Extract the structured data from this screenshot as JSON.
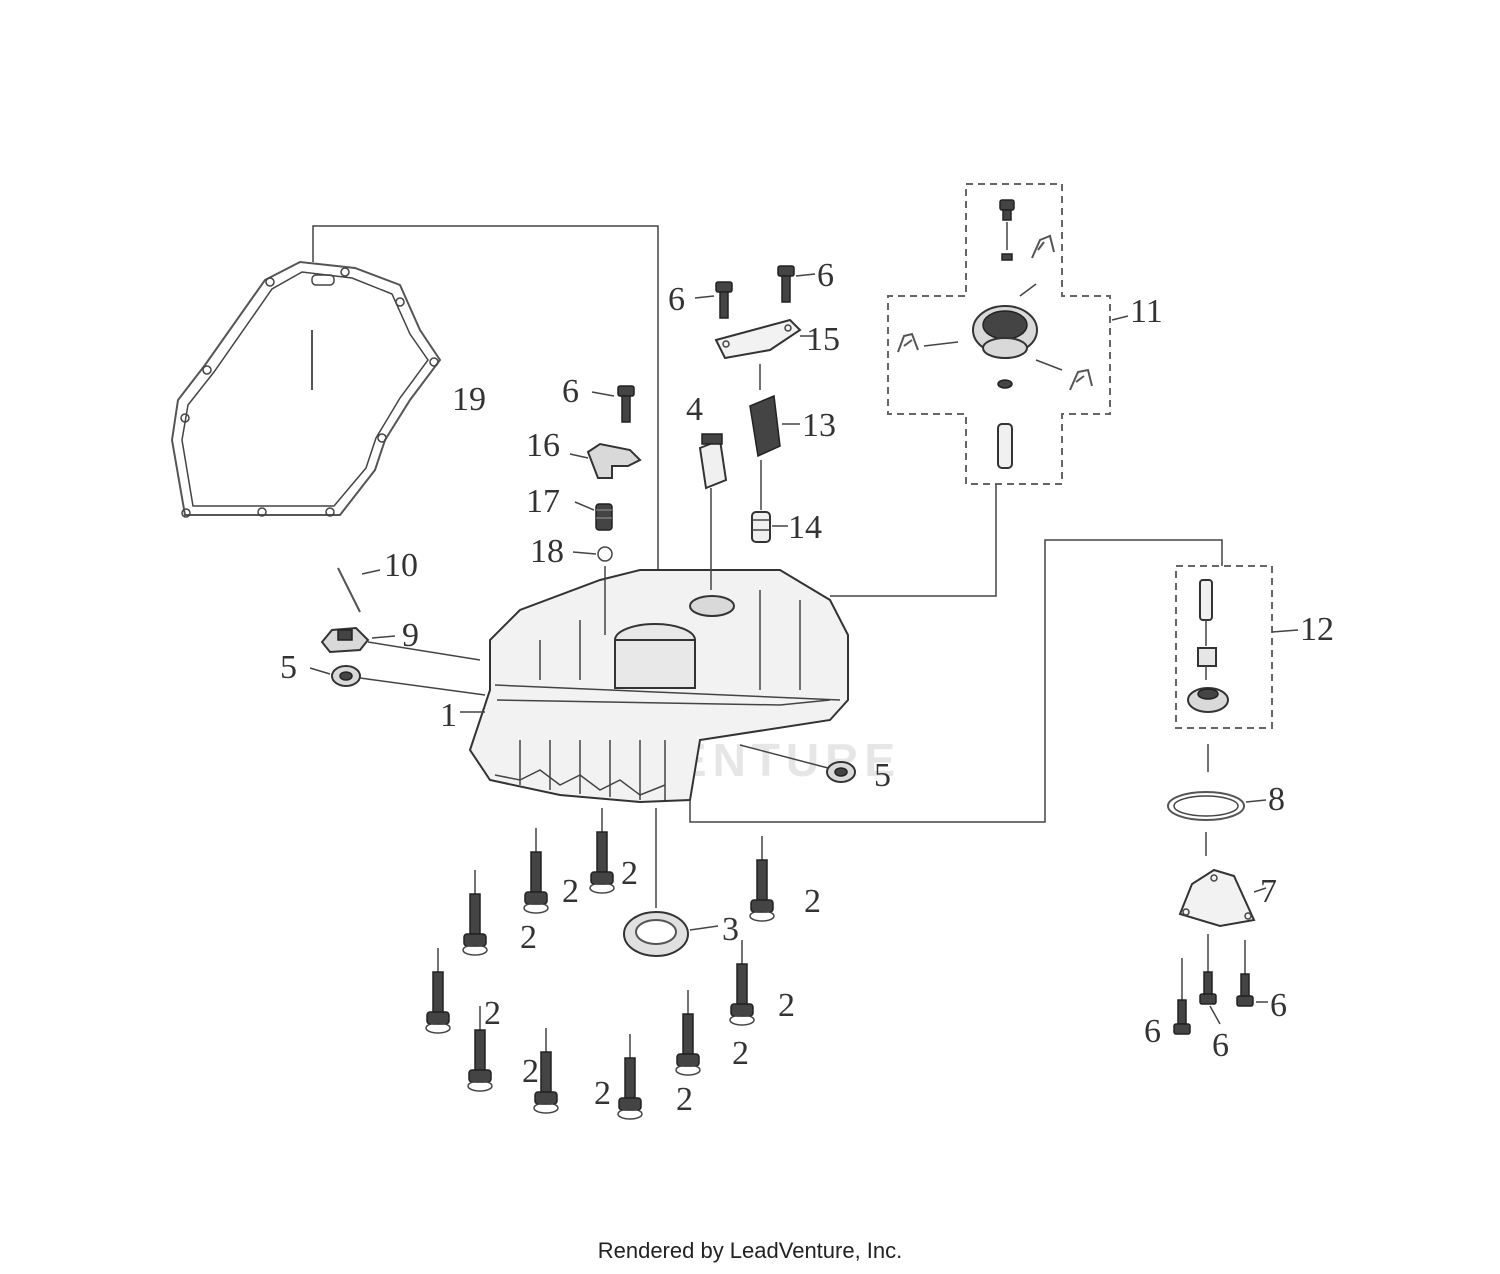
{
  "footer": "Rendered by LeadVenture, Inc.",
  "watermark": "LEADVENTURE",
  "callouts": {
    "n1": "1",
    "n2": "2",
    "n3": "3",
    "n4": "4",
    "n5": "5",
    "n6": "6",
    "n7": "7",
    "n8": "8",
    "n9": "9",
    "n10": "10",
    "n11": "11",
    "n12": "12",
    "n13": "13",
    "n14": "14",
    "n15": "15",
    "n16": "16",
    "n17": "17",
    "n18": "18",
    "n19": "19"
  }
}
